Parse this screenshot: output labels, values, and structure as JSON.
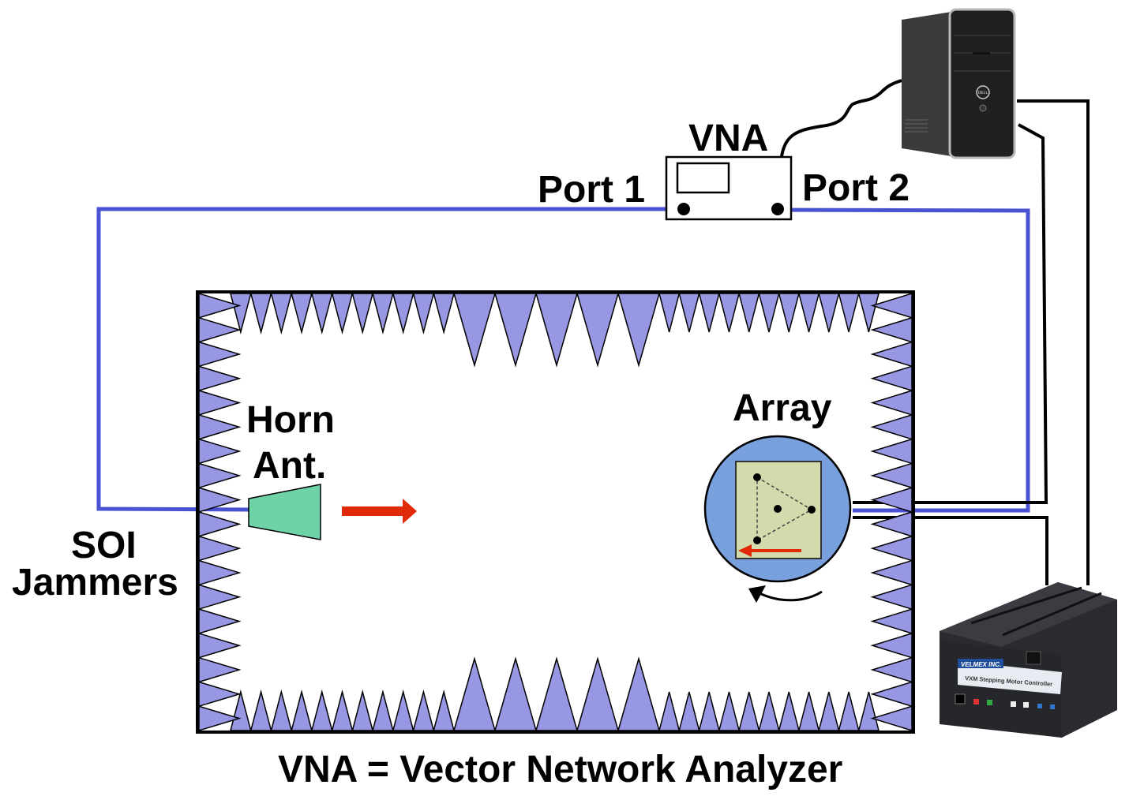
{
  "labels": {
    "vna": "VNA",
    "port1": "Port 1",
    "port2": "Port 2",
    "horn_line1": "Horn",
    "horn_line2": "Ant.",
    "array": "Array",
    "soi": "SOI",
    "jammers": "Jammers",
    "footer": "VNA = Vector Network Analyzer"
  },
  "controller": {
    "brand": "VELMEX INC.",
    "title": "VXM Stepping Motor Controller"
  },
  "computer": {
    "brand": "DELL"
  },
  "colors": {
    "cable_rf": "#4a52d4",
    "absorber": "#9797e3",
    "horn": "#6fd3a8",
    "arrow": "#e02a0a",
    "turntable": "#77a0dc",
    "array_panel": "#d2dbab"
  }
}
